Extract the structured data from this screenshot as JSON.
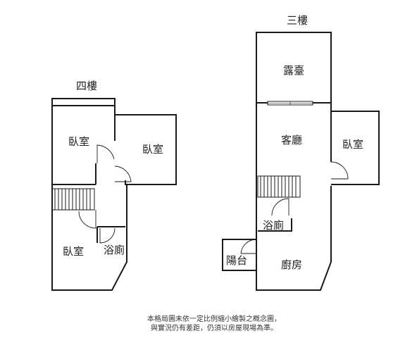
{
  "floors": {
    "fourth": {
      "title": "四樓",
      "rooms": {
        "bedroom_top_left": "臥室",
        "bedroom_top_right": "臥室",
        "bedroom_bottom": "臥室",
        "bathroom": "浴廁"
      }
    },
    "third": {
      "title": "三樓",
      "rooms": {
        "terrace": "露臺",
        "living_room": "客廳",
        "bedroom": "臥室",
        "bathroom": "浴廁",
        "balcony": "陽台",
        "kitchen": "廚房"
      }
    }
  },
  "disclaimer": {
    "line1": "本格局圖未依一定比例縮小繪製之概念圖，",
    "line2": "與實況仍有差距，仍須以房屋現場為準。"
  }
}
